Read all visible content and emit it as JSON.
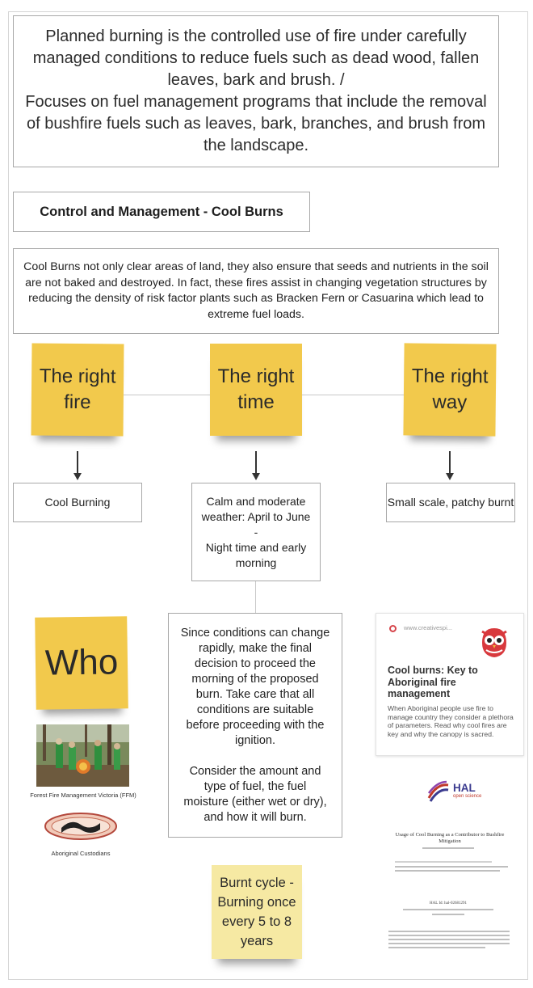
{
  "intro": {
    "line1": "Planned burning is the controlled use of fire under carefully managed conditions to reduce fuels such as dead wood, fallen leaves, bark and brush. /",
    "line2": "Focuses on fuel management programs that include the removal of bushfire fuels such as leaves, bark, branches, and brush from the landscape."
  },
  "section_title": "Control and Management - Cool Burns",
  "description": "Cool Burns not only clear areas of land, they also ensure that seeds and nutrients in the soil are not baked and destroyed. In fact, these fires assist in changing vegetation structures by reducing the density of risk factor plants such as Bracken Fern or Casuarina which lead to extreme fuel loads.",
  "stickies": {
    "fire": "The right fire",
    "time": "The right time",
    "way": "The right way",
    "who": "Who",
    "burnt": "Burnt cycle - Burning once every 5 to 8 years"
  },
  "boxes": {
    "fire": "Cool Burning",
    "time_l1": "Calm and moderate weather: April to June",
    "time_l2": "-",
    "time_l3": "Night time and early morning",
    "way": "Small scale, patchy burnt",
    "advice_p1": "Since conditions can change rapidly, make the final decision to proceed the morning of the proposed burn. Take care that all conditions are suitable before proceeding with the ignition.",
    "advice_p2": "Consider the amount and type of fuel, the fuel moisture (either wet or dry), and how it will burn."
  },
  "captions": {
    "ffm": "Forest Fire Management Victoria (FFM)",
    "custodians": "Aboriginal Custodians"
  },
  "link_card": {
    "source": "www.creativespi...",
    "title": "Cool burns: Key to Aboriginal fire management",
    "desc": "When Aboriginal people use fire to manage country they consider a plethora of parameters. Read why cool fires are key and why the canopy is sacred."
  },
  "hal": {
    "name": "HAL",
    "tag": "open science"
  },
  "document": {
    "title": "Usage of Cool Burning as a Contributor to Bushfire Mitigation",
    "hal_id": "HAL Id: hal-02681291"
  },
  "colors": {
    "sticky": "#f2c94c",
    "sticky_pale": "#f6e9a3",
    "border": "#a8a8a8"
  }
}
